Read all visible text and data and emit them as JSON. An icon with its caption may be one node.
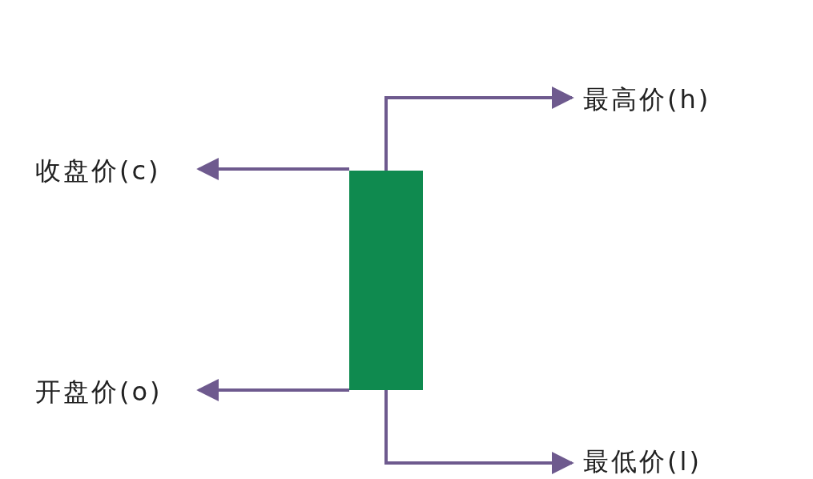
{
  "diagram": {
    "nodes": [
      {
        "text": [
          "最高价(h)"
        ]
      },
      {
        "text": [
          "收盘价(c)"
        ]
      },
      {
        "text": [],
        "shape": "bar"
      },
      {
        "text": [
          "开盘价(o)"
        ]
      },
      {
        "text": [
          "最低价(l)"
        ]
      }
    ],
    "edges": [
      {
        "from": 2,
        "to": 0,
        "arrow": "to"
      },
      {
        "from": 2,
        "to": 1,
        "arrow": "to"
      },
      {
        "from": 2,
        "to": 3,
        "arrow": "to"
      },
      {
        "from": 2,
        "to": 4,
        "arrow": "to"
      }
    ]
  }
}
